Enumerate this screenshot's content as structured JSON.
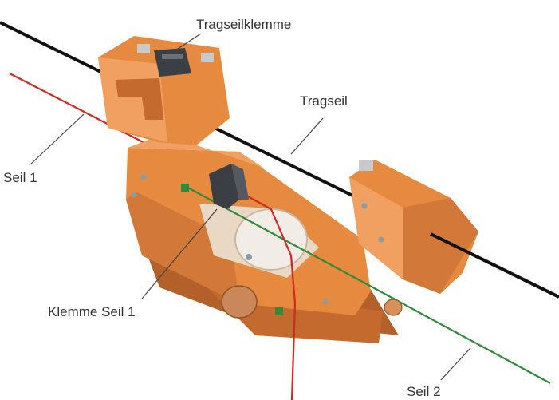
{
  "labels": {
    "tragseilklemme": "Tragseilklemme",
    "tragseil": "Tragseil",
    "seil1": "Seil 1",
    "klemme_seil1": "Klemme Seil 1",
    "seil2": "Seil 2"
  },
  "colors": {
    "background": "#ffffff",
    "tragseil": "#111111",
    "seil1": "#cc2a22",
    "seil2": "#2f8a3a",
    "carriage_light": "#f0a060",
    "carriage_mid": "#e58a3e",
    "carriage_dark": "#b4602a",
    "clamp_dark": "#3b3f44",
    "leader_line": "#444444"
  }
}
